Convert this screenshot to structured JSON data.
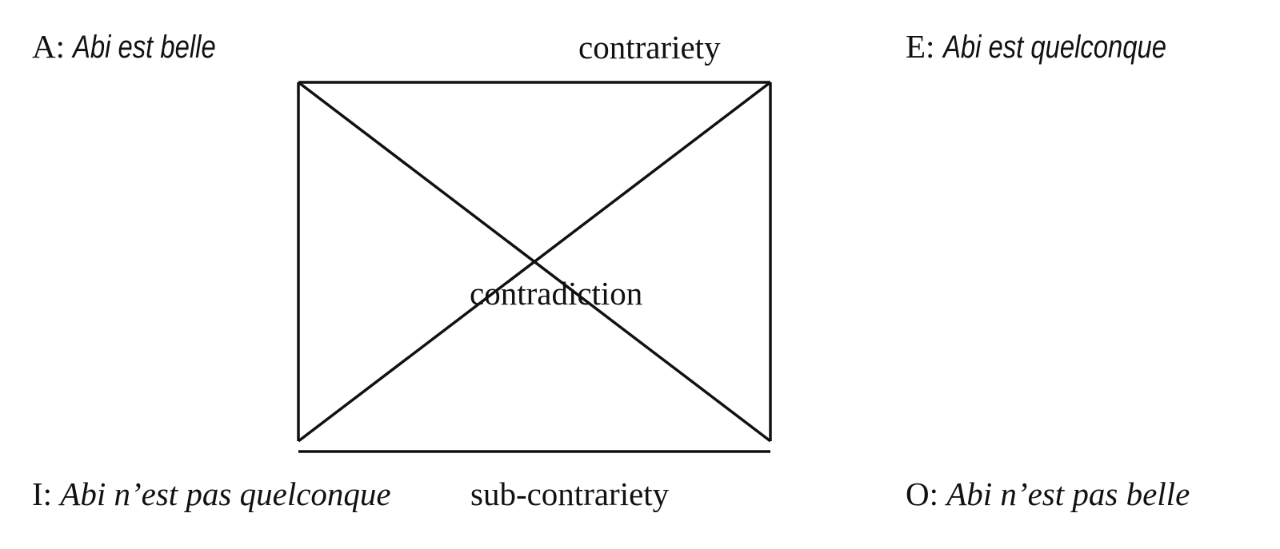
{
  "corners": {
    "A": {
      "letter": "A:",
      "proposition": "Abi est belle"
    },
    "E": {
      "letter": "E:",
      "proposition": "Abi est quelconque"
    },
    "I": {
      "letter": "I:",
      "proposition": "Abi n’est pas quelconque"
    },
    "O": {
      "letter": "O:",
      "proposition": "Abi n’est pas belle"
    }
  },
  "relations": {
    "top": "contrariety",
    "center": "contradiction",
    "bottom": "sub-contrariety"
  }
}
